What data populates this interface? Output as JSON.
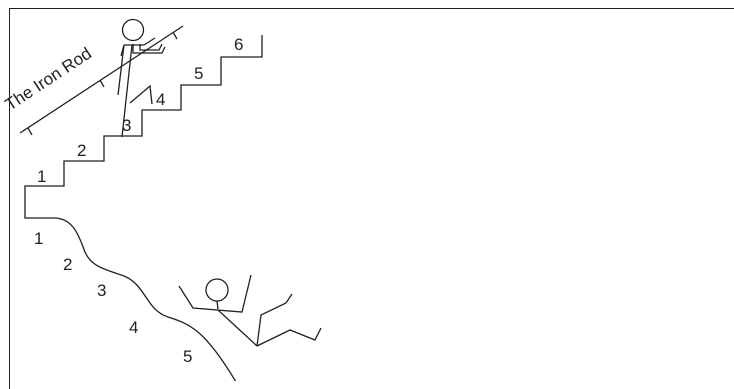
{
  "title_rod": "The Iron Rod",
  "upper_steps": [
    "1",
    "2",
    "3",
    "4",
    "5",
    "6"
  ],
  "lower_steps": [
    "1",
    "2",
    "3",
    "4",
    "5"
  ],
  "colors": {
    "ink": "#231f20",
    "background": "#ffffff"
  }
}
